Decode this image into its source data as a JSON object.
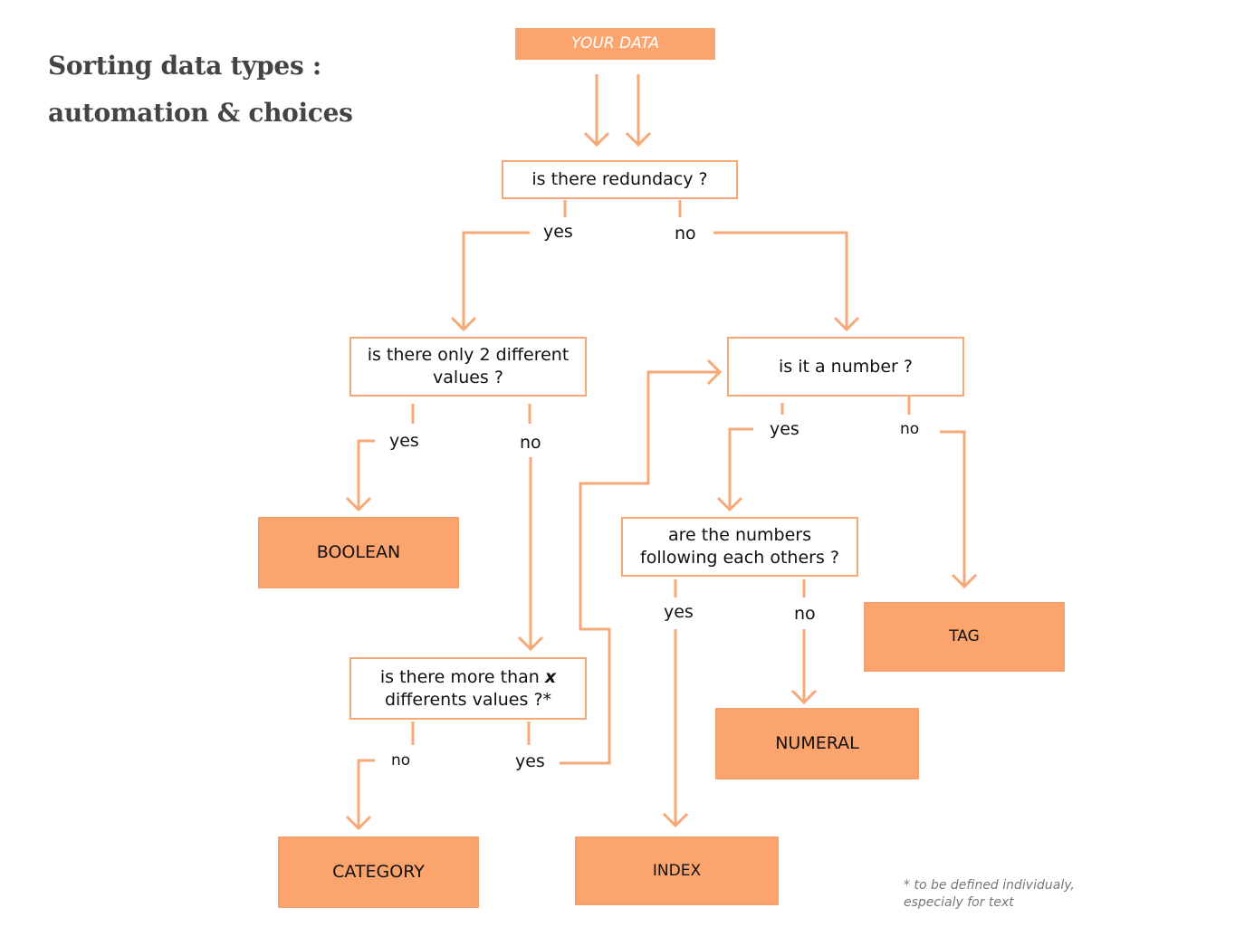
{
  "title": {
    "line1": "Sorting data types :",
    "line2": "automation & choices"
  },
  "nodes": {
    "your_data": "YOUR DATA",
    "redundancy": "is there redundacy ?",
    "only_two": "is there only 2 different values ?",
    "is_number": "is it a number ?",
    "following": "are the numbers following each others ?",
    "more_than_x_pre": "is there more than ",
    "more_than_x_var": "x",
    "more_than_x_post": "differents values ?*",
    "boolean": "BOOLEAN",
    "tag": "TAG",
    "numeral": "NUMERAL",
    "category": "CATEGORY",
    "index": "INDEX"
  },
  "labels": {
    "yes": "yes",
    "no": "no"
  },
  "note": {
    "line1": "* to be defined individualy,",
    "line2": "especialy for text"
  },
  "colors": {
    "accent": "#F7A877",
    "leaf_fill": "#FBA46D",
    "title": "#444444"
  }
}
